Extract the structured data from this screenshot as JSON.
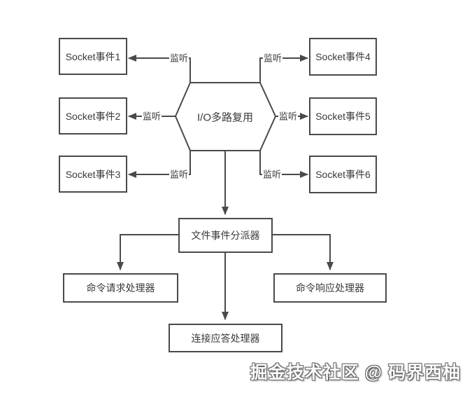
{
  "hexagon": {
    "label": "I/O多路复用"
  },
  "sockets": [
    {
      "label": "Socket事件1"
    },
    {
      "label": "Socket事件2"
    },
    {
      "label": "Socket事件3"
    },
    {
      "label": "Socket事件4"
    },
    {
      "label": "Socket事件5"
    },
    {
      "label": "Socket事件6"
    }
  ],
  "edges": [
    {
      "label": "监听"
    },
    {
      "label": "监听"
    },
    {
      "label": "监听"
    },
    {
      "label": "监听"
    },
    {
      "label": "监听"
    },
    {
      "label": "监听"
    }
  ],
  "dispatcher": {
    "label": "文件事件分派器"
  },
  "handlers": [
    {
      "label": "命令请求处理器"
    },
    {
      "label": "命令响应处理器"
    },
    {
      "label": "连接应答处理器"
    }
  ],
  "watermark": {
    "text": "掘金技术社区 @ 码界西柚"
  },
  "colors": {
    "line": "#4a4a4a",
    "box_border": "#4a4a4a",
    "text": "#3a3a3a",
    "background": "#ffffff"
  }
}
